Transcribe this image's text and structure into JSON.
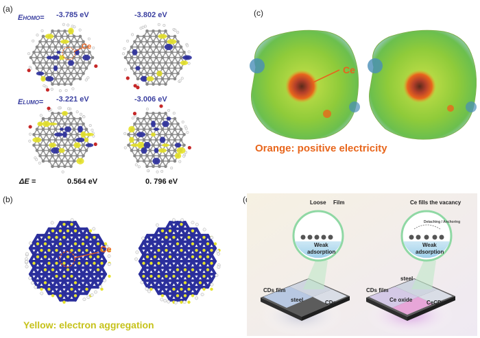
{
  "panels": {
    "a": {
      "label": "(a)",
      "homo_label": "E",
      "homo_sub": "HOMO",
      "homo_eq": "=",
      "homo_left": "-3.785 eV",
      "homo_right": "-3.802 eV",
      "lumo_label": "E",
      "lumo_sub": "LUMO",
      "lumo_eq": "=",
      "lumo_left": "-3.221 eV",
      "lumo_right": "-3.006 eV",
      "de_label": "ΔE =",
      "de_left": "0.564 eV",
      "de_right": "0. 796 eV",
      "ce_tag": "Ce"
    },
    "b": {
      "label": "(b)",
      "ce_tag": "Ce",
      "caption": "Yellow:  electron aggregation"
    },
    "c": {
      "label": "(c)",
      "ce_tag": "Ce",
      "caption": "Orange:  positive electricity"
    },
    "d": {
      "label": "(d)",
      "loose": "Loose",
      "film": "Film",
      "ce_fills": "Ce fills  the vacancy",
      "weak_left_1": "Weak",
      "weak_left_2": "adsorption",
      "weak_right_1": "Weak",
      "weak_right_2": "adsorption",
      "cds_film_left": "CDs film",
      "steel_left": "steel",
      "cds": "CDs",
      "steel_right": "steel",
      "cds_film_right": "CDs film",
      "ce_oxide": "Ce oxide",
      "cecds": "CeCDs",
      "arc_text": "Detaching / Anchoring"
    }
  },
  "colors": {
    "electron_blue": "#2b2f9c",
    "electron_yellow": "#e6e22a",
    "potential_green": "#7fc34a",
    "potential_orange": "#e8661c",
    "ce_orange": "#e8621e"
  }
}
